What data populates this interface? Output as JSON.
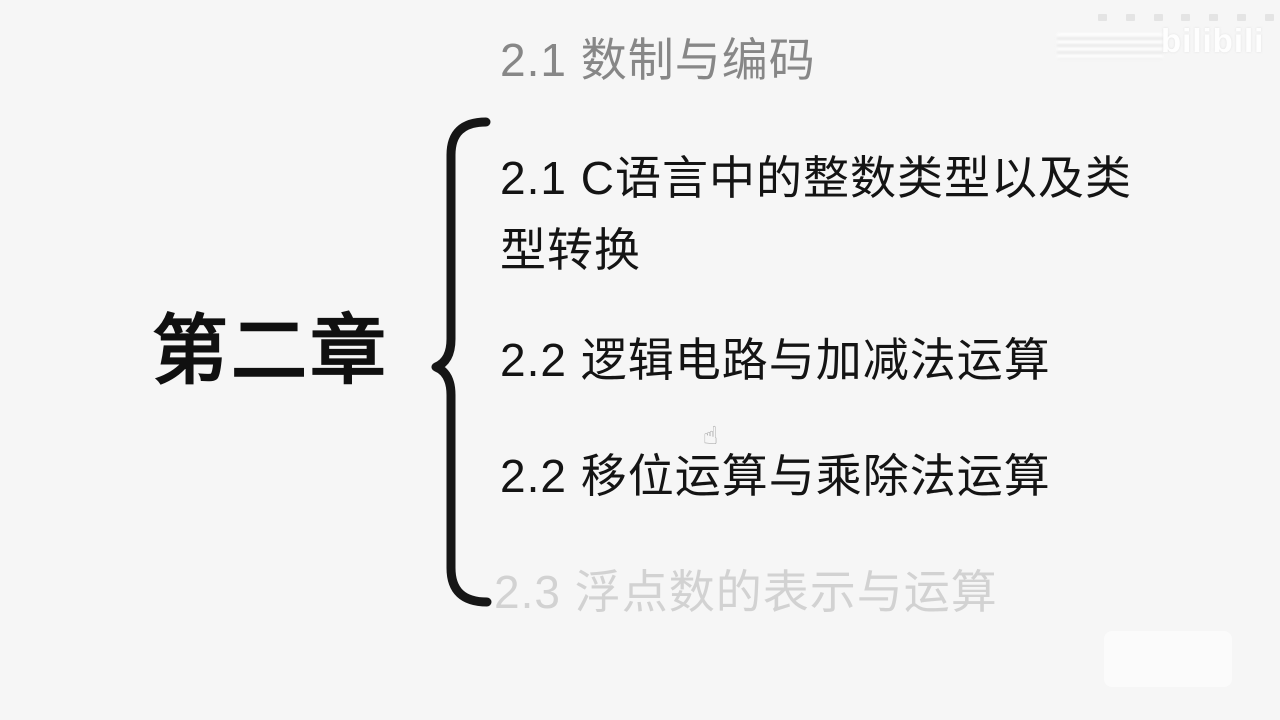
{
  "slide": {
    "chapter_title": "第二章",
    "outline_items": [
      {
        "label": "2.1 数制与编码",
        "state": "dimmed"
      },
      {
        "label": "2.1 C语言中的整数类型以及类型转换",
        "state": "active"
      },
      {
        "label": "2.2 逻辑电路与加减法运算",
        "state": "active"
      },
      {
        "label": "2.2 移位运算与乘除法运算",
        "state": "active"
      },
      {
        "label": "2.3 浮点数的表示与运算",
        "state": "dimmed"
      }
    ]
  },
  "pointer": {
    "glyph": "☝"
  },
  "watermark": {
    "logo_text": "bilibili"
  },
  "colors": {
    "background": "#f6f6f6",
    "text_primary": "#141414",
    "text_dimmed_top": "#878787",
    "text_dimmed_bottom": "#d2d2d2",
    "brace": "#161616",
    "watermark": "#ffffff"
  }
}
